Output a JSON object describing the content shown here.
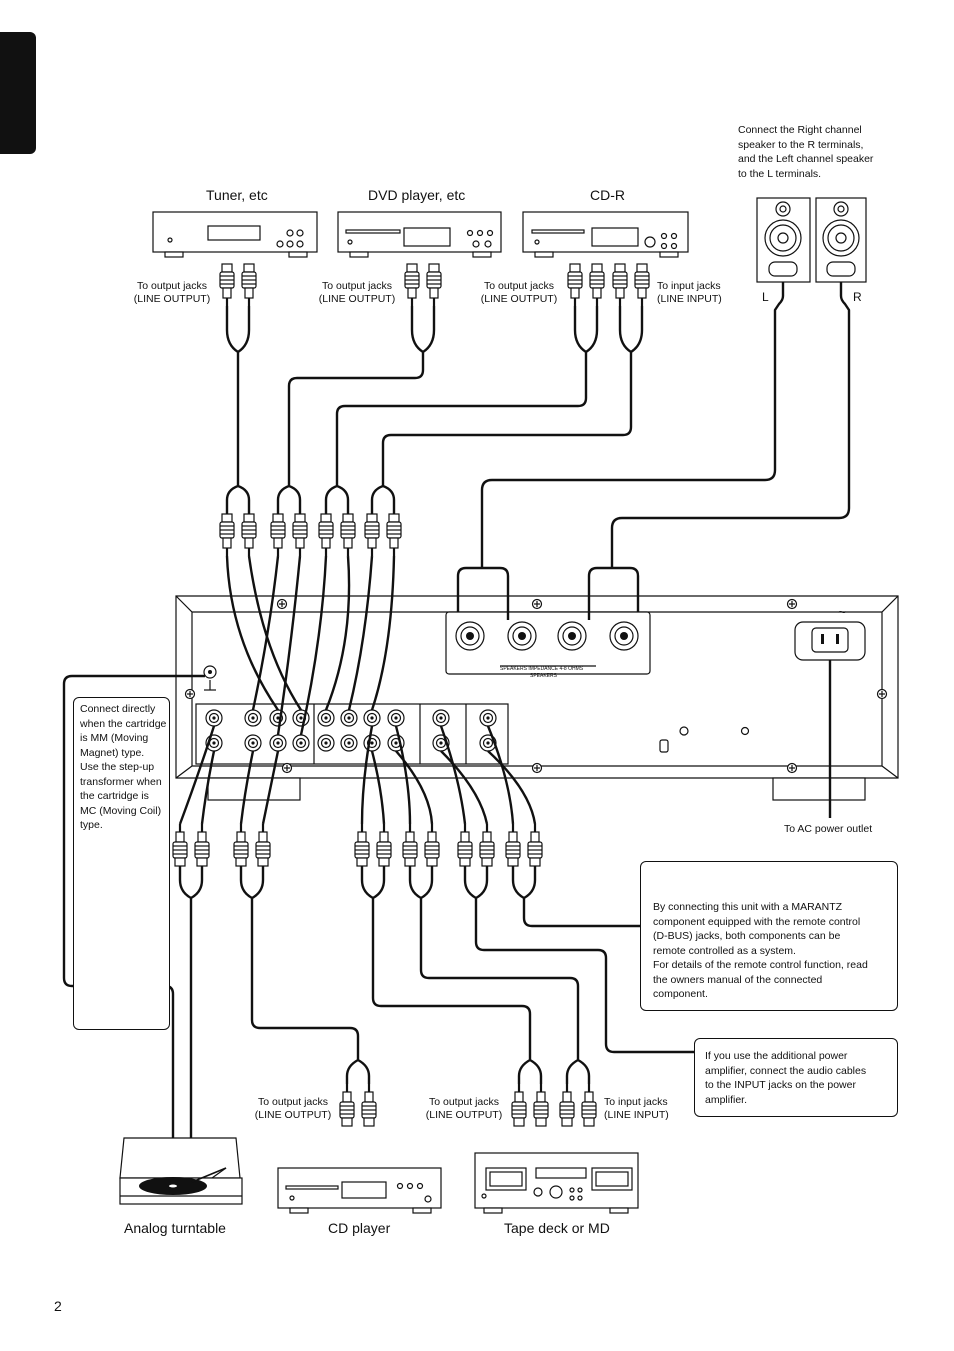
{
  "sources": {
    "tuner": {
      "title": "Tuner, etc",
      "note": [
        "To output jacks",
        "(LINE OUTPUT)"
      ]
    },
    "dvd": {
      "title": "DVD player, etc",
      "note": [
        "To output jacks",
        "(LINE OUTPUT)"
      ]
    },
    "cdr": {
      "title": "CD-R",
      "note_out": [
        "To output jacks",
        "(LINE OUTPUT)"
      ],
      "note_in": [
        "To input jacks",
        "(LINE INPUT)"
      ]
    }
  },
  "speakers": {
    "note": [
      "Connect the Right channel",
      "speaker to the R terminals,",
      "and the Left channel speaker",
      "to the L terminals."
    ],
    "left_label": "L",
    "right_label": "R"
  },
  "amp": {
    "impedance_label": "SPEAKERS IMPEDANCE 4-8 OHMS",
    "speakers_label": "SPEAKERS",
    "ac_symbol": "~",
    "ground_symbol": "⏚"
  },
  "phono_note": {
    "lines": [
      "Connect directly",
      "when the cartridge",
      "is MM (Moving",
      "Magnet) type.",
      "Use the step-up",
      "transformer when",
      "the cartridge is",
      "MC (Moving Coil)",
      "type."
    ]
  },
  "ac_outlet": "To AC power outlet",
  "remote_note": {
    "lines": [
      "By connecting this unit with a MARANTZ",
      "component equipped with the remote control",
      "(D-BUS) jacks, both components can be",
      "remote controlled as a system.",
      "For details of the remote control function, read",
      "the owners manual of the connected",
      "component."
    ]
  },
  "power_amp_note": {
    "lines": [
      "If you use the additional power",
      "amplifier, connect the audio cables",
      "to the INPUT jacks on the power",
      "amplifier."
    ]
  },
  "bottom": {
    "turntable": {
      "title": "Analog turntable"
    },
    "cd": {
      "title": "CD player",
      "note": [
        "To output jacks",
        "(LINE OUTPUT)"
      ]
    },
    "tape": {
      "title": "Tape deck or MD",
      "note_out": [
        "To output jacks",
        "(LINE OUTPUT)"
      ],
      "note_in": [
        "To input jacks",
        "(LINE INPUT)"
      ]
    }
  },
  "page_number": "2"
}
